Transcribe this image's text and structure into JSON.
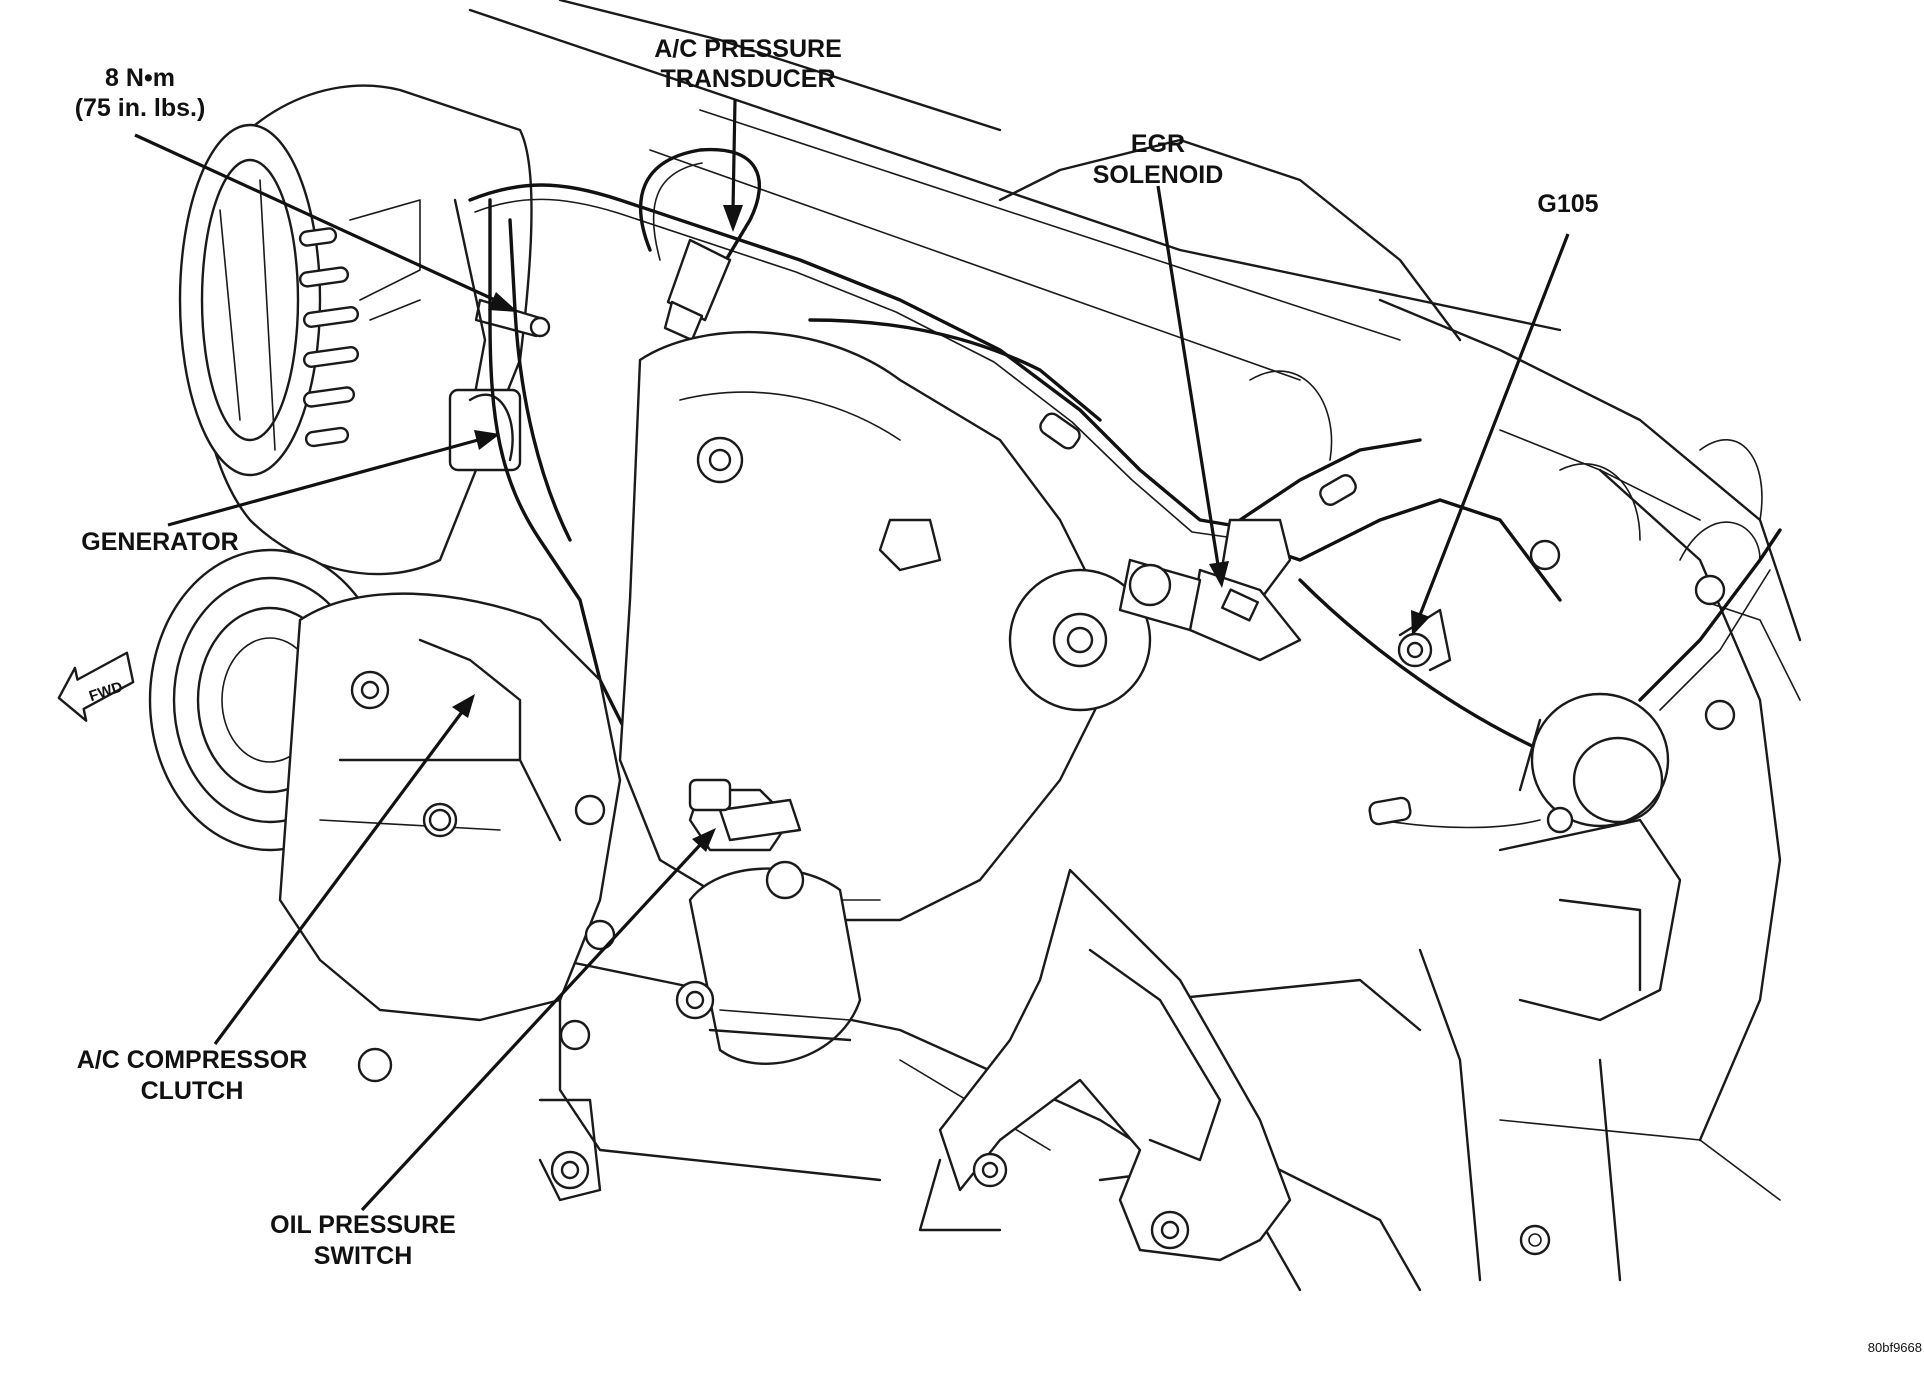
{
  "labels": {
    "torque_line1": "8 N•m",
    "torque_line2": "(75 in. lbs.)",
    "ac_transducer_line1": "A/C PRESSURE",
    "ac_transducer_line2": "TRANSDUCER",
    "egr_line1": "EGR",
    "egr_line2": "SOLENOID",
    "g105": "G105",
    "generator": "GENERATOR",
    "fwd": "FWD",
    "ac_clutch_line1": "A/C COMPRESSOR",
    "ac_clutch_line2": "CLUTCH",
    "oil_line1": "OIL PRESSURE",
    "oil_line2": "SWITCH",
    "figure_id": "80bf9668"
  },
  "icons": {
    "fwd_arrow": "fwd-arrow-icon"
  }
}
